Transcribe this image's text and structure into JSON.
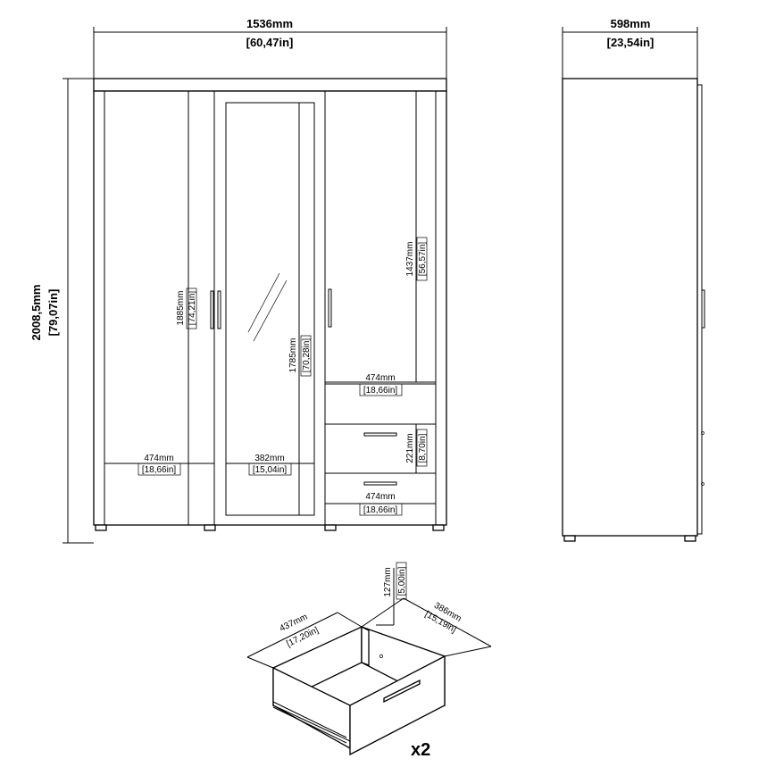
{
  "front_view": {
    "overall_width": {
      "mm": "1536mm",
      "in": "[60,47in]"
    },
    "overall_height": {
      "mm": "2008,5mm",
      "in": "[79,07in]"
    },
    "left_door_height": {
      "mm": "1885mm",
      "in": "[74,21in]"
    },
    "mirror_height": {
      "mm": "1785mm",
      "in": "[70,28in]"
    },
    "right_door_height": {
      "mm": "1437mm",
      "in": "[56,57in]"
    },
    "left_compartment_width": {
      "mm": "474mm",
      "in": "[18,66in]"
    },
    "mirror_width": {
      "mm": "382mm",
      "in": "[15,04in]"
    },
    "right_compartment_width": {
      "mm": "474mm",
      "in": "[18,66in]"
    },
    "drawer_height": {
      "mm": "221mm",
      "in": "[8,70in]"
    },
    "bottom_drawer_width": {
      "mm": "474mm",
      "in": "[18,66in]"
    }
  },
  "side_view": {
    "depth": {
      "mm": "598mm",
      "in": "[23,54in]"
    }
  },
  "drawer_detail": {
    "width": {
      "mm": "437mm",
      "in": "[17,20in]"
    },
    "height": {
      "mm": "127mm",
      "in": "[5,00in]"
    },
    "depth": {
      "mm": "386mm",
      "in": "[15,19in]"
    },
    "quantity": "x2"
  }
}
